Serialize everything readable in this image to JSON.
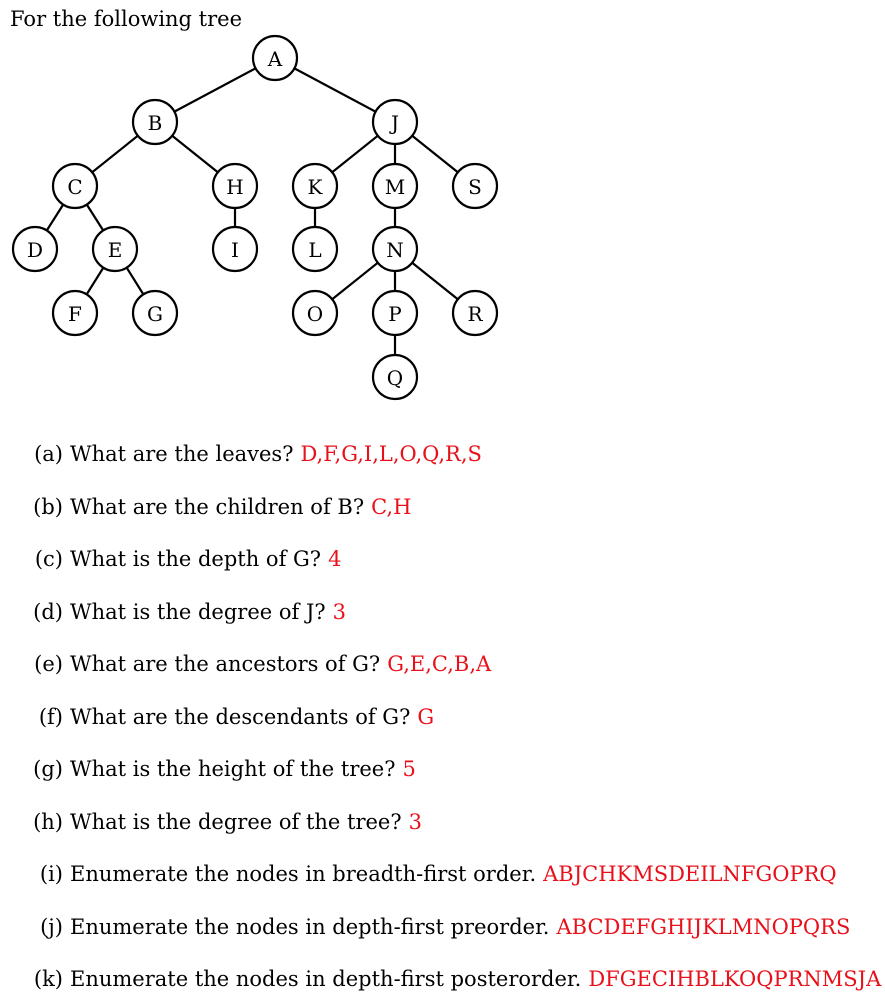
{
  "intro": "For the following tree",
  "tree": {
    "nodes": [
      {
        "id": "A",
        "label": "A"
      },
      {
        "id": "B",
        "label": "B"
      },
      {
        "id": "J",
        "label": "J"
      },
      {
        "id": "C",
        "label": "C"
      },
      {
        "id": "H",
        "label": "H"
      },
      {
        "id": "K",
        "label": "K"
      },
      {
        "id": "M",
        "label": "M"
      },
      {
        "id": "S",
        "label": "S"
      },
      {
        "id": "D",
        "label": "D"
      },
      {
        "id": "E",
        "label": "E"
      },
      {
        "id": "I",
        "label": "I"
      },
      {
        "id": "L",
        "label": "L"
      },
      {
        "id": "N",
        "label": "N"
      },
      {
        "id": "F",
        "label": "F"
      },
      {
        "id": "G",
        "label": "G"
      },
      {
        "id": "O",
        "label": "O"
      },
      {
        "id": "P",
        "label": "P"
      },
      {
        "id": "R",
        "label": "R"
      },
      {
        "id": "Q",
        "label": "Q"
      }
    ],
    "edges": [
      [
        "A",
        "B"
      ],
      [
        "A",
        "J"
      ],
      [
        "B",
        "C"
      ],
      [
        "B",
        "H"
      ],
      [
        "C",
        "D"
      ],
      [
        "C",
        "E"
      ],
      [
        "E",
        "F"
      ],
      [
        "E",
        "G"
      ],
      [
        "H",
        "I"
      ],
      [
        "J",
        "K"
      ],
      [
        "J",
        "M"
      ],
      [
        "J",
        "S"
      ],
      [
        "K",
        "L"
      ],
      [
        "M",
        "N"
      ],
      [
        "N",
        "O"
      ],
      [
        "N",
        "P"
      ],
      [
        "N",
        "R"
      ],
      [
        "P",
        "Q"
      ]
    ]
  },
  "questions": [
    {
      "label": "(a)",
      "text": "What are the leaves?",
      "answer": "D,F,G,I,L,O,Q,R,S"
    },
    {
      "label": "(b)",
      "text": "What are the children of B?",
      "answer": "C,H"
    },
    {
      "label": "(c)",
      "text": "What is the depth of G?",
      "answer": "4"
    },
    {
      "label": "(d)",
      "text": "What is the degree of J?",
      "answer": "3"
    },
    {
      "label": "(e)",
      "text": "What are the ancestors of G?",
      "answer": "G,E,C,B,A"
    },
    {
      "label": "(f)",
      "text": "What are the descendants of G?",
      "answer": "G"
    },
    {
      "label": "(g)",
      "text": "What is the height of the tree?",
      "answer": "5"
    },
    {
      "label": "(h)",
      "text": "What is the degree of the tree?",
      "answer": "3"
    },
    {
      "label": "(i)",
      "text": "Enumerate the nodes in breadth-first order.",
      "answer": "ABJCHKMSDEILNFGOPRQ"
    },
    {
      "label": "(j)",
      "text": "Enumerate the nodes in depth-first preorder.",
      "answer": "ABCDEFGHIJKLMNOPQRS"
    },
    {
      "label": "(k)",
      "text": "Enumerate the nodes in depth-first posterorder.",
      "answer": "DFGECIHBLKOQPRNMSJA"
    }
  ],
  "colors": {
    "answer": "#e8101a",
    "text": "#000000"
  }
}
